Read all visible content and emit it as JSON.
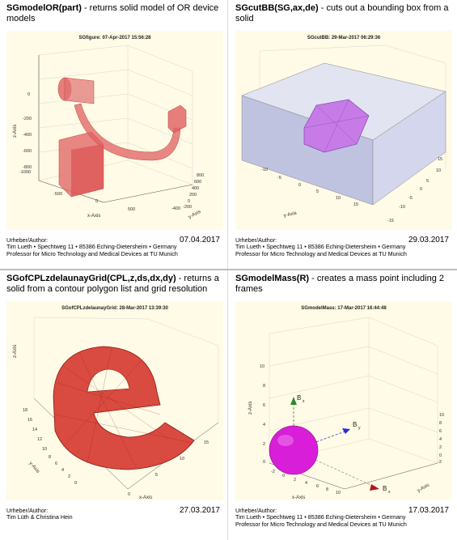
{
  "panels": [
    {
      "fn": "SGmodelOR(part)",
      "desc": " - returns solid model of OR device models",
      "figtitle": "SGfigure: 07-Apr-2017 15:56:28",
      "author_label": "Urheber/Author:",
      "author": "Tim Lueth • Spechtweg 11 • 85386 Eching-Dietersheim • Germany",
      "affiliation": "Professor for Micro Technology and Medical Devices at TU Munich",
      "date": "07.04.2017",
      "axes": {
        "x": "x-Axis",
        "y": "y-Axis",
        "z": "z-Axis",
        "zticks": [
          "0",
          "-200",
          "-400",
          "-600",
          "-800",
          "-1000"
        ],
        "xticks": [
          "-500",
          "0",
          "500"
        ],
        "yticks": [
          "800",
          "600",
          "400",
          "200",
          "0",
          "-200",
          "-400"
        ]
      }
    },
    {
      "fn": "SGcutBB(SG,ax,de)",
      "desc": " - cuts out a bounding box from a solid",
      "figtitle": "SGcutBB: 29-Mar-2017 06:29:36",
      "author_label": "Urheber/Author:",
      "author": "Tim Lueth • Spechtweg 11 • 85386 Eching-Dietersheim • Germany",
      "affiliation": "Professor for Micro Technology and Medical Devices at TU Munich",
      "date": "29.03.2017",
      "axes": {
        "y": "y-Axis",
        "yticks": [
          "-10",
          "-5",
          "0",
          "5",
          "10",
          "15"
        ],
        "xticks": [
          "15",
          "10",
          "5",
          "0",
          "-5",
          "-10",
          "-15"
        ]
      }
    },
    {
      "fn": "SGofCPLzdelaunayGrid(CPL,z,ds,dx,dy)",
      "desc": " - returns a solid from a contour polygon list and grid resolution",
      "figtitle": "SGofCPLzdelaunayGrid: 28-Mar-2017 13:39:30",
      "author_label": "Urheber/Author:",
      "author": "Tim Lüth & Christina Hein",
      "affiliation": "",
      "date": "27.03.2017",
      "axes": {
        "x": "x-Axis",
        "y": "y-Axis",
        "z": "z-Axis",
        "yticks": [
          "18",
          "16",
          "14",
          "12",
          "10",
          "8",
          "6",
          "4",
          "2",
          "0"
        ],
        "xticks": [
          "0",
          "5",
          "10",
          "15"
        ]
      }
    },
    {
      "fn": "SGmodelMass(R)",
      "desc": " - creates a mass point including 2 frames",
      "figtitle": "SGmodelMass: 17-Mar-2017 16:44:48",
      "author_label": "Urheber/Author:",
      "author": "Tim Lueth • Spechtweg 11 • 85386 Eching-Dietersheim • Germany",
      "affiliation": "Professor for Micro Technology and Medical Devices at TU Munich",
      "date": "17.03.2017",
      "axes": {
        "x": "x-Axis",
        "y": "y-Axis",
        "z": "z-Axis",
        "zticks": [
          "10",
          "8",
          "6",
          "4",
          "2",
          "0"
        ],
        "xticks": [
          "-2",
          "0",
          "2",
          "4",
          "6",
          "8",
          "10"
        ],
        "yticks": [
          "-2",
          "0",
          "2",
          "4",
          "6",
          "8",
          "10"
        ],
        "bz": "B",
        "bz_sub": "z",
        "by": "B",
        "by_sub": "y",
        "bx": "B",
        "bx_sub": "x"
      }
    }
  ],
  "colors": {
    "figbg": "#fffbe6",
    "red": "#e06060",
    "box": "#c9cde6",
    "purple": "#c77be6",
    "magenta": "#d81ed8"
  }
}
